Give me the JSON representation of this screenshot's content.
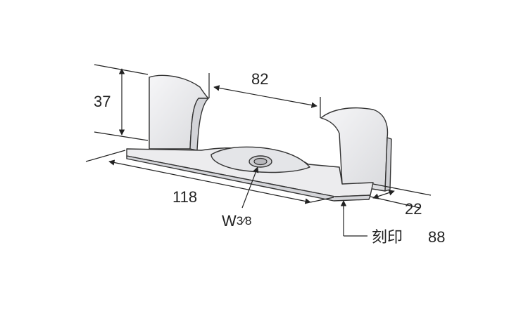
{
  "dimensions": {
    "height": "37",
    "inner_width": "82",
    "length": "118",
    "depth": "22"
  },
  "labels": {
    "thread": "W",
    "thread_fraction": "3⁄8",
    "stamp": "刻印",
    "stamp_number": "88"
  },
  "colors": {
    "line": "#222222",
    "part_fill": "#eeeef0",
    "part_shade": "#d7d8dc",
    "hole": "#c9c9cc"
  }
}
